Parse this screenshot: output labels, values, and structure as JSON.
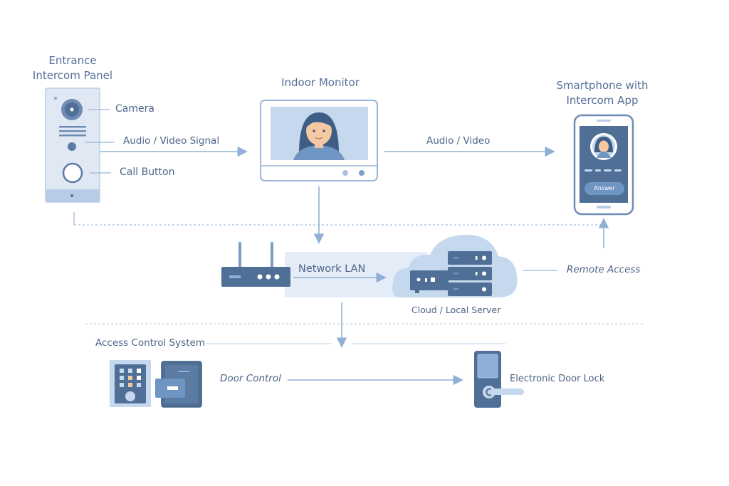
{
  "colors": {
    "line": "#9ab6d8",
    "dark": "#4f6f97",
    "mid": "#6f95c2",
    "light": "#c7d9ee",
    "pale": "#e4edf7",
    "text": "#4d6488",
    "skin": "#f5c9a4",
    "keypad_accent": "#f0c9a0"
  },
  "entrance_panel": {
    "title_line1": "Entrance",
    "title_line2": "Intercom Panel",
    "callouts": {
      "camera": "Camera",
      "signal": "Audio / Video Signal",
      "call_button": "Call Button"
    }
  },
  "indoor_monitor": {
    "title": "Indoor Monitor"
  },
  "smartphone": {
    "title_line1": "Smartphone with",
    "title_line2": "Intercom App",
    "answer_button": "Answer"
  },
  "connections": {
    "panel_to_monitor": "Audio / Video Signal",
    "monitor_to_phone": "Audio / Video",
    "network": "Network LAN",
    "remote": "Remote Access",
    "door_control": "Door Control"
  },
  "network": {
    "server_label": "Cloud / Local Server"
  },
  "access_control": {
    "title": "Access Control System",
    "lock_label": "Electronic Door Lock"
  }
}
